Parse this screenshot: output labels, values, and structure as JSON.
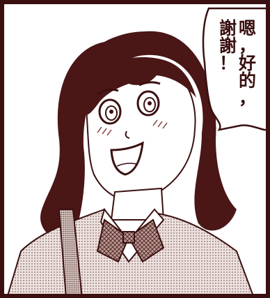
{
  "speech_bubble": {
    "column_1": [
      "嗯",
      "，",
      "好",
      "的",
      "，"
    ],
    "column_2": [
      "謝",
      "謝",
      "！"
    ]
  },
  "colors": {
    "ink": "#3a1010",
    "hair": "#4a1616",
    "screentone": "#d9c7c3",
    "paper": "#ffffff"
  }
}
